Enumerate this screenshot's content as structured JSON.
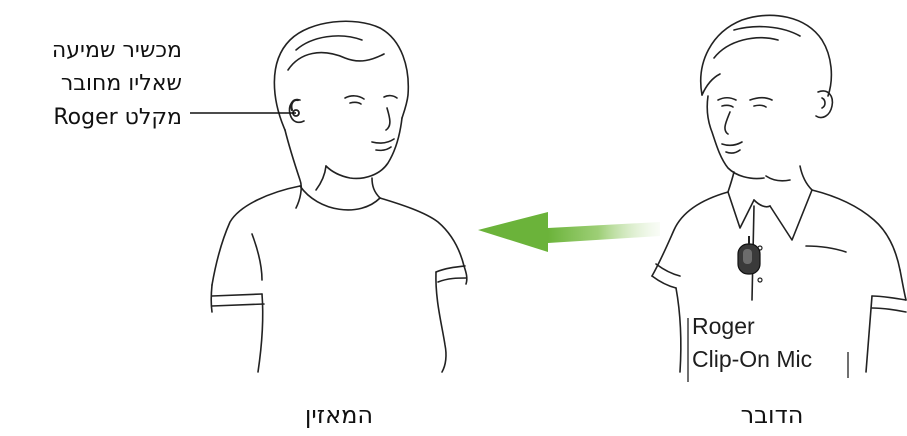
{
  "callout": {
    "lines": [
      "מכשיר שמיעה",
      "שאליו מחובר",
      "מקלט Roger"
    ]
  },
  "mic_label": {
    "lines": [
      "Roger",
      "Clip-On Mic"
    ]
  },
  "captions": {
    "listener": "המאזין",
    "speaker": "הדובר"
  },
  "colors": {
    "arrow": "#6bb33a",
    "line_art": "#222222",
    "text": "#111111"
  },
  "icons": {
    "arrow": "green-arrow-icon",
    "microphone": "clip-on-microphone-icon"
  }
}
